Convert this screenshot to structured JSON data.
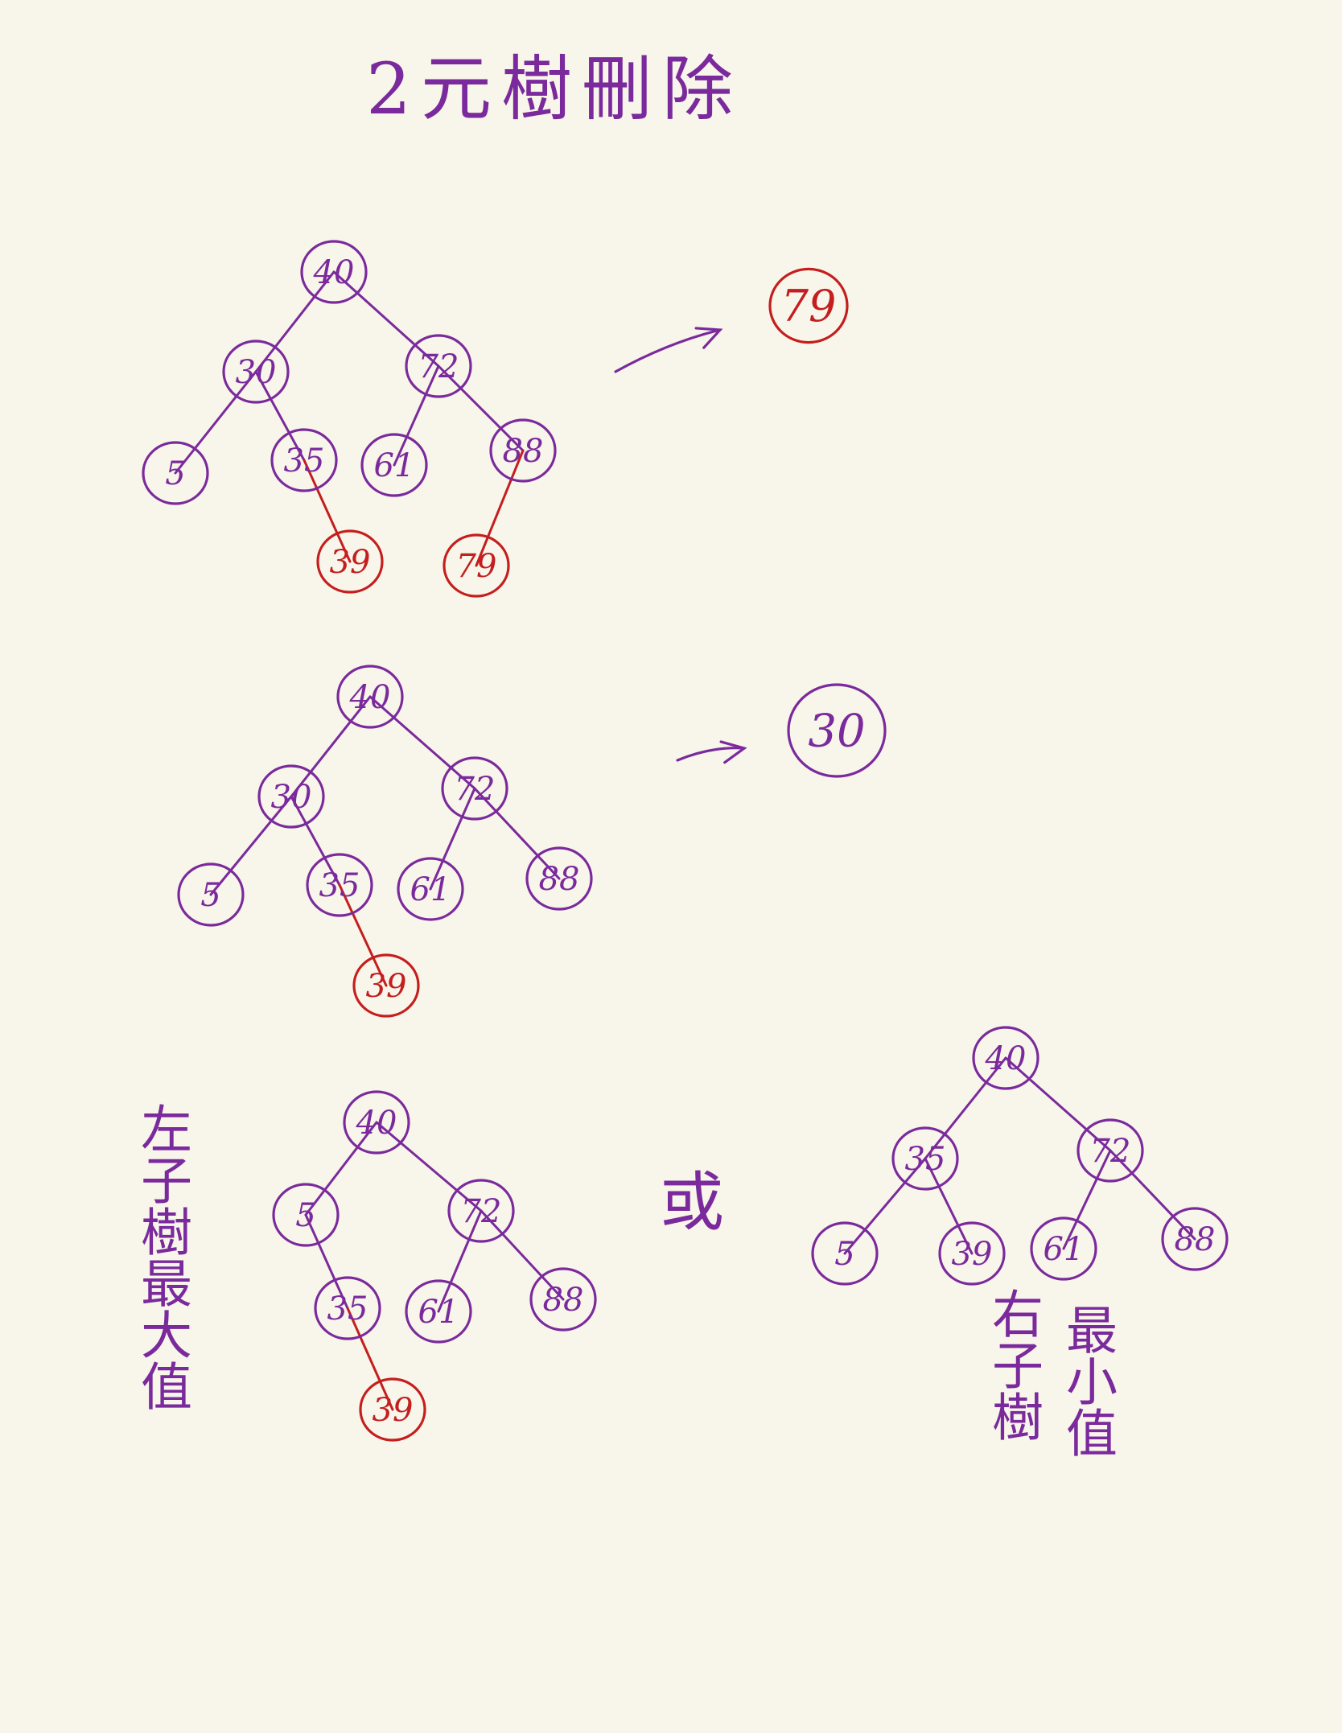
{
  "title": "2元樹刪除",
  "colors": {
    "purple": "#7a2a9c",
    "red": "#c41e1e",
    "background": "#f8f5ea"
  },
  "or_label": "或",
  "left_note": "左子樹最大值",
  "right_note_col1": "右子樹",
  "right_note_col2": "最小值",
  "diagrams": [
    {
      "id": "tree-1",
      "nodes": [
        "40",
        "30",
        "72",
        "5",
        "35",
        "61",
        "88",
        "39",
        "79"
      ],
      "highlighted": [
        "39",
        "79"
      ],
      "result": "79"
    },
    {
      "id": "tree-2",
      "nodes": [
        "40",
        "30",
        "72",
        "5",
        "35",
        "61",
        "88",
        "39"
      ],
      "highlighted": [
        "39"
      ],
      "result": "30"
    },
    {
      "id": "tree-3",
      "nodes": [
        "40",
        "5",
        "72",
        "35",
        "61",
        "88",
        "39"
      ],
      "highlighted": [
        "39"
      ]
    },
    {
      "id": "tree-4",
      "nodes": [
        "40",
        "35",
        "72",
        "5",
        "39",
        "61",
        "88"
      ],
      "highlighted": []
    }
  ]
}
